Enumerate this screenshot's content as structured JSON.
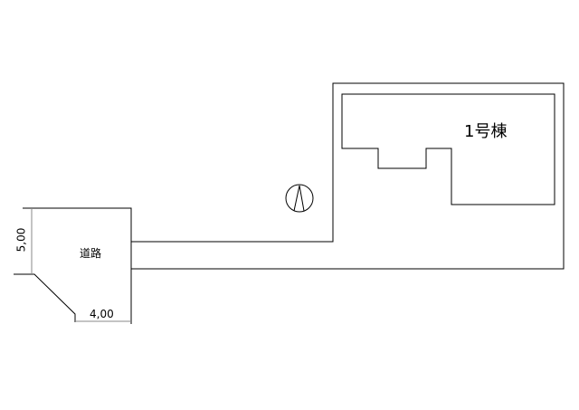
{
  "building_label": "1号棟",
  "road_label": "道路",
  "dimension_vertical": "5,00",
  "dimension_horizontal": "4,00",
  "north_arrow_icon": "north-arrow-icon"
}
